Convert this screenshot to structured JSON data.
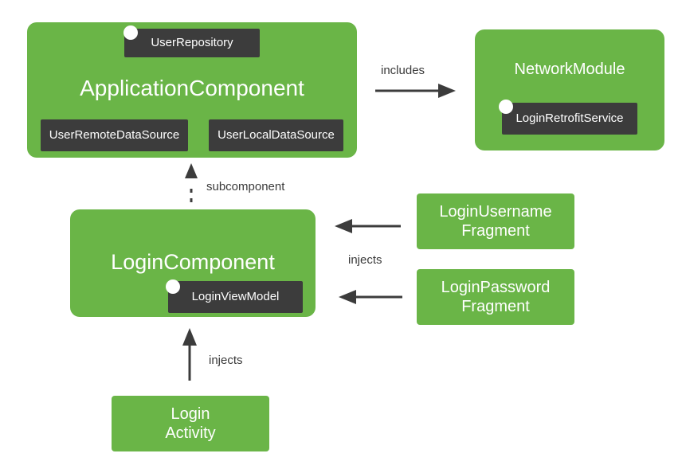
{
  "application_component": {
    "title": "ApplicationComponent",
    "chip_top": "UserRepository",
    "chip_left": "UserRemoteDataSource",
    "chip_right": "UserLocalDataSource"
  },
  "network_module": {
    "title": "NetworkModule",
    "chip": "LoginRetrofitService"
  },
  "login_component": {
    "title": "LoginComponent",
    "chip": "LoginViewModel"
  },
  "login_username_fragment": {
    "line1": "LoginUsername",
    "line2": "Fragment"
  },
  "login_password_fragment": {
    "line1": "LoginPassword",
    "line2": "Fragment"
  },
  "login_activity": {
    "line1": "Login",
    "line2": "Activity"
  },
  "edges": {
    "includes": "includes",
    "subcomponent": "subcomponent",
    "injects_fragments": "injects",
    "injects_activity": "injects"
  },
  "colors": {
    "node_fill": "#6ab547",
    "chip_fill": "#3c3c3c",
    "arrow": "#3c3c3c"
  }
}
